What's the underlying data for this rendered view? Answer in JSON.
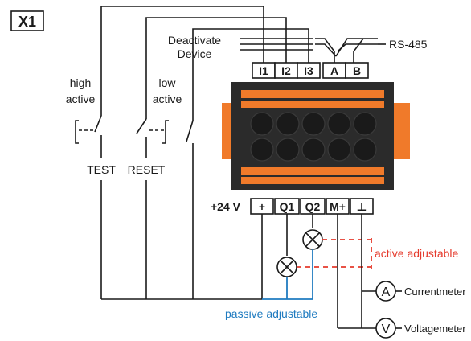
{
  "diagram": {
    "title": "X1",
    "deactivate_line1": "Deactivate",
    "deactivate_line2": "Device",
    "rs485": "RS-485",
    "high_line1": "high",
    "high_line2": "active",
    "low_line1": "low",
    "low_line2": "active",
    "test": "TEST",
    "reset": "RESET",
    "top_terminals": [
      "I1",
      "I2",
      "I3",
      "A",
      "B"
    ],
    "supply_label": "+24 V",
    "bottom_terminals": [
      "+",
      "Q1",
      "Q2",
      "M+",
      "⊥"
    ],
    "active_adjustable": "active adjustable",
    "passive_adjustable": "passive adjustable",
    "currentmeter": "Currentmeter",
    "voltagemeter": "Voltagemeter",
    "meter_a": "A",
    "meter_v": "V",
    "colors": {
      "connector_orange": "#f07a2a",
      "connector_dark": "#2b2b2b",
      "active_red": "#e53a2c",
      "passive_blue": "#1f7bc0"
    }
  }
}
